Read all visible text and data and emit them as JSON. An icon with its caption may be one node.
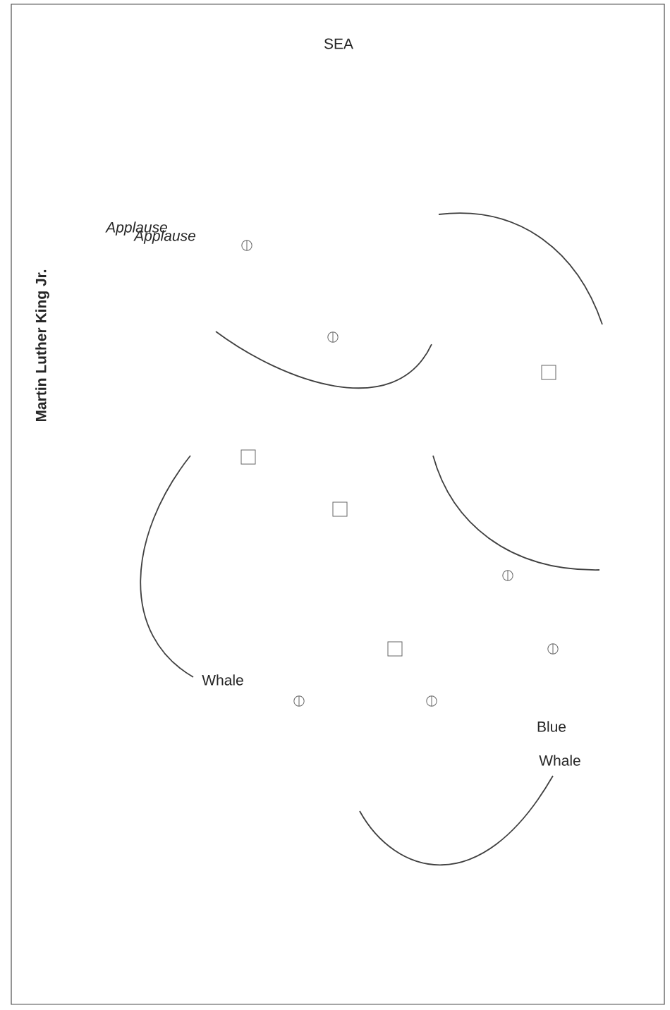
{
  "diagram": {
    "labels": [
      "SEA",
      "Applause",
      "Applause",
      "Martin Luther King Jr.",
      "Whale",
      "Blue",
      "Whale"
    ]
  }
}
